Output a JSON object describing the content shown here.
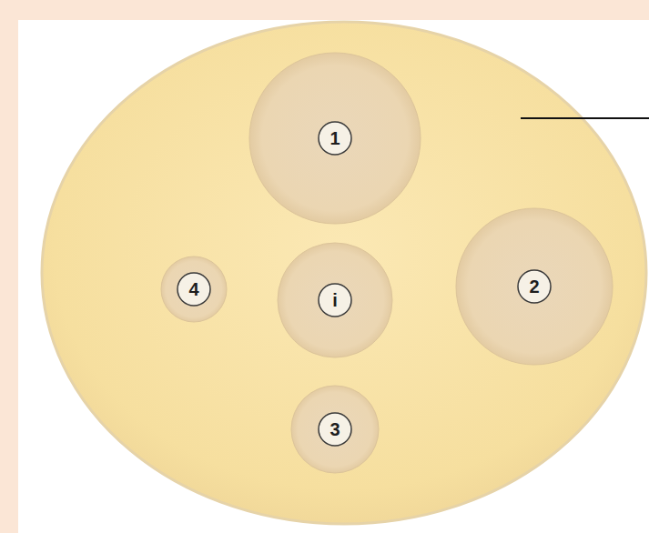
{
  "diagram": {
    "nodes": [
      {
        "text": [
          "1"
        ]
      },
      {
        "text": [
          "4"
        ]
      },
      {
        "text": [
          "i"
        ]
      },
      {
        "text": [
          "2"
        ]
      },
      {
        "text": [
          "3"
        ]
      }
    ]
  }
}
